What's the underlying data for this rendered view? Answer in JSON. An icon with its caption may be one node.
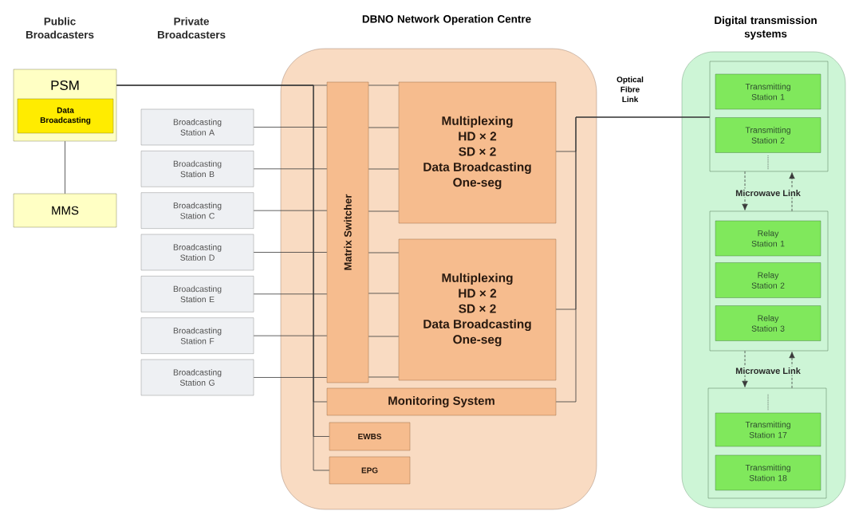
{
  "diagram": {
    "nodes": [
      {
        "text": [
          "PSM"
        ]
      },
      {
        "text": [
          "Data Broadcasting"
        ],
        "in": 0
      },
      {
        "text": [
          "MMS"
        ]
      },
      {
        "text": [
          "Broadcasting Station A"
        ]
      },
      {
        "text": [
          "Broadcasting Station B"
        ]
      },
      {
        "text": [
          "Broadcasting Station C"
        ]
      },
      {
        "text": [
          "Broadcasting Station D"
        ]
      },
      {
        "text": [
          "Broadcasting Station E"
        ]
      },
      {
        "text": [
          "Broadcasting Station F"
        ]
      },
      {
        "text": [
          "Broadcasting Station G"
        ]
      },
      {
        "text": [
          "DBNO Network Operation Centre"
        ]
      },
      {
        "text": [
          "Matrix Switcher"
        ],
        "in": 10
      },
      {
        "text": [
          "Multiplexing",
          "HD × 2",
          "SD × 2",
          "Data Broadcasting",
          "One-seg"
        ],
        "in": 10
      },
      {
        "text": [
          "Multiplexing",
          "HD × 2",
          "SD × 2",
          "Data Broadcasting",
          "One-seg"
        ],
        "in": 10
      },
      {
        "text": [
          "Monitoring  System"
        ],
        "in": 10
      },
      {
        "text": [
          "EWBS"
        ],
        "in": 10
      },
      {
        "text": [
          "EPG"
        ],
        "in": 10
      },
      {
        "text": [
          "Digital transmission systems"
        ]
      },
      {
        "text": [],
        "shape": "box",
        "in": 17
      },
      {
        "text": [
          "Transmitting Station 1"
        ],
        "in": 18
      },
      {
        "text": [
          "Transmitting Station 2"
        ],
        "in": 18
      },
      {
        "text": [],
        "shape": "box",
        "in": 17
      },
      {
        "text": [
          "Relay Station 1"
        ],
        "in": 21
      },
      {
        "text": [
          "Relay Station 2"
        ],
        "in": 21
      },
      {
        "text": [
          "Relay Station 3"
        ],
        "in": 21
      },
      {
        "text": [],
        "shape": "box",
        "in": 17
      },
      {
        "text": [
          "Transmitting Station 17"
        ],
        "in": 25
      },
      {
        "text": [
          "Transmitting Station 18"
        ],
        "in": 25
      }
    ],
    "edges": [
      {
        "from": 0,
        "to": 2,
        "arrow": "none"
      },
      {
        "from": 0,
        "to": 11,
        "arrow": "none"
      },
      {
        "from": 3,
        "to": 11,
        "arrow": "none"
      },
      {
        "from": 4,
        "to": 11,
        "arrow": "none"
      },
      {
        "from": 5,
        "to": 11,
        "arrow": "none"
      },
      {
        "from": 6,
        "to": 11,
        "arrow": "none"
      },
      {
        "from": 7,
        "to": 11,
        "arrow": "none"
      },
      {
        "from": 8,
        "to": 11,
        "arrow": "none"
      },
      {
        "from": 9,
        "to": 11,
        "arrow": "none"
      },
      {
        "from": 11,
        "to": 12,
        "arrow": "none"
      },
      {
        "from": 11,
        "to": 12,
        "arrow": "none"
      },
      {
        "from": 11,
        "to": 12,
        "arrow": "none"
      },
      {
        "from": 11,
        "to": 12,
        "arrow": "none"
      },
      {
        "from": 11,
        "to": 13,
        "arrow": "none"
      },
      {
        "from": 11,
        "to": 13,
        "arrow": "none"
      },
      {
        "from": 11,
        "to": 13,
        "arrow": "none"
      },
      {
        "from": 11,
        "to": 13,
        "arrow": "none"
      },
      {
        "from": 0,
        "to": 14,
        "arrow": "none"
      },
      {
        "from": 0,
        "to": 15,
        "arrow": "none"
      },
      {
        "from": 0,
        "to": 16,
        "arrow": "none"
      },
      {
        "from": 12,
        "to": 18,
        "arrow": "none",
        "label": "Optical Fibre Link"
      },
      {
        "from": 13,
        "to": 18,
        "arrow": "none"
      },
      {
        "from": 14,
        "to": 18,
        "arrow": "none"
      },
      {
        "from": 18,
        "to": 21,
        "arrow": "to",
        "style": "dashed"
      },
      {
        "from": 21,
        "to": 18,
        "arrow": "to",
        "style": "dashed"
      },
      {
        "from": 21,
        "to": 25,
        "arrow": "to",
        "style": "dashed"
      },
      {
        "from": 25,
        "to": 21,
        "arrow": "to",
        "style": "dashed"
      }
    ],
    "labels": [
      "Public Broadcasters",
      "Private Broadcasters",
      "Microwave Link",
      "Microwave Link"
    ]
  }
}
